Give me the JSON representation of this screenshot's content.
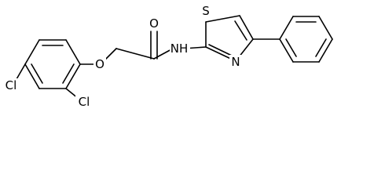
{
  "molecule": {
    "atoms": {
      "cl_para": "Cl",
      "cl_ortho": "Cl",
      "ether_oxygen": "O",
      "carbonyl_oxygen": "O",
      "amide_nitrogen": "NH",
      "thiazole_sulfur": "S",
      "thiazole_nitrogen": "N"
    }
  },
  "colors": {
    "bond": "#000000",
    "atom_text": "#000000",
    "background": "#ffffff"
  }
}
